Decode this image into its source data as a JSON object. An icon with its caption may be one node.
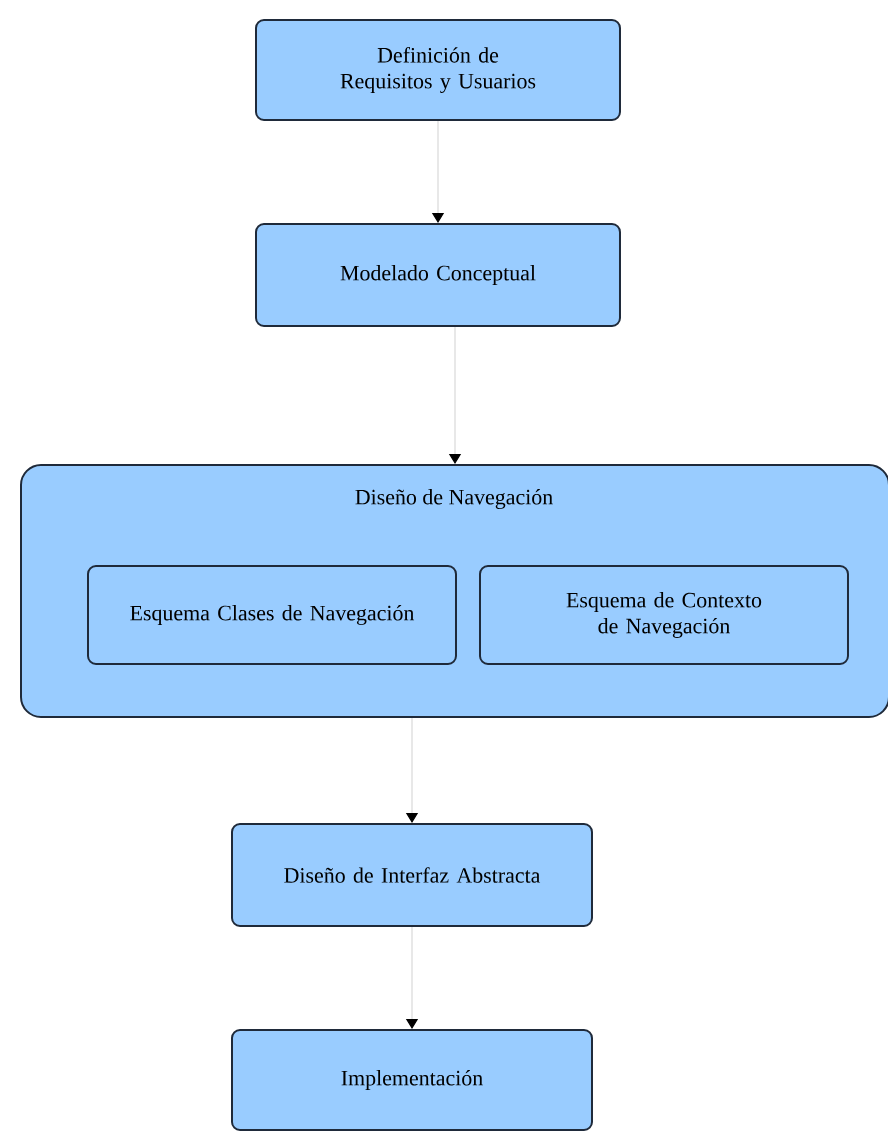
{
  "diagram": {
    "nodes": [
      {
        "text": [
          "Definición de Requisitos y Usuarios"
        ]
      },
      {
        "text": [
          "Modelado Conceptual"
        ]
      },
      {
        "text": [
          "Diseño de Navegación"
        ]
      },
      {
        "text": [
          "Esquema Clases de Navegación"
        ],
        "in": 2
      },
      {
        "text": [
          "Esquema de Contexto de Navegación"
        ],
        "in": 2
      },
      {
        "text": [
          "Diseño de Interfaz Abstracta"
        ]
      },
      {
        "text": [
          "Implementación"
        ]
      }
    ],
    "edges": [
      {
        "from": 0,
        "to": 1,
        "arrow": "to"
      },
      {
        "from": 1,
        "to": 2,
        "arrow": "to"
      },
      {
        "from": 2,
        "to": 5,
        "arrow": "to"
      },
      {
        "from": 5,
        "to": 6,
        "arrow": "to"
      }
    ]
  }
}
